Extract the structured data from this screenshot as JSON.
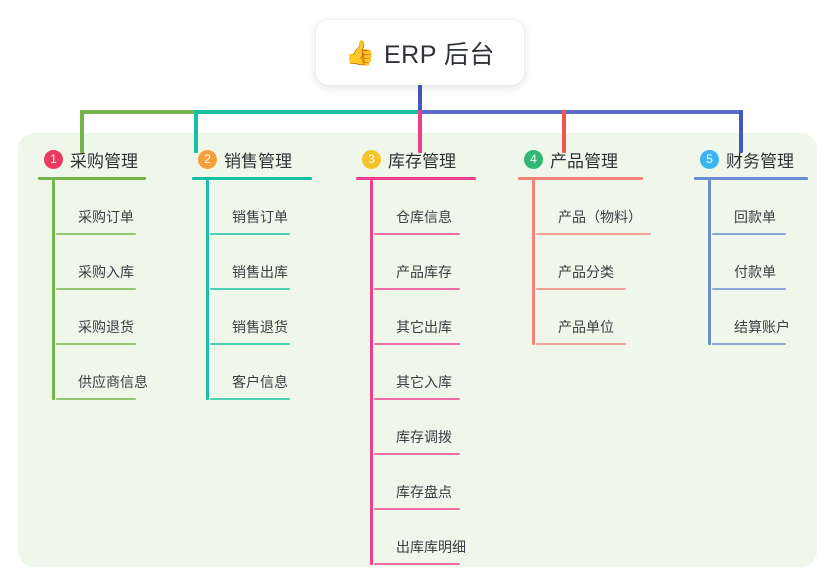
{
  "diagram": {
    "type": "mindmap-tree",
    "background_color": "#ffffff",
    "panel_color": "#eff7ea",
    "root": {
      "emoji": "👍",
      "emoji_name": "thumbs-up-icon",
      "title": "ERP 后台",
      "card_color": "#ffffff",
      "trunk_color": "#4357c0"
    },
    "connector": {
      "segments": [
        {
          "name": "bar-green",
          "color": "#74b44a"
        },
        {
          "name": "bar-teal",
          "color": "#15c0a4"
        },
        {
          "name": "bar-blue",
          "color": "#5b6bc9"
        }
      ],
      "drops": [
        {
          "name": "drop-1",
          "color": "#74b44a"
        },
        {
          "name": "drop-2",
          "color": "#15c0a4"
        },
        {
          "name": "drop-3",
          "color": "#ee3f8c"
        },
        {
          "name": "drop-4",
          "color": "#f2554f"
        },
        {
          "name": "drop-5",
          "color": "#4357c0"
        }
      ]
    },
    "columns": [
      {
        "index": "1",
        "badge_color": "#ec3a5e",
        "title": "采购管理",
        "accent": "#74b44a",
        "header_rule_width": 108,
        "item_rule_width": 80,
        "items": [
          {
            "label": "采购订单"
          },
          {
            "label": "采购入库"
          },
          {
            "label": "采购退货"
          },
          {
            "label": "供应商信息"
          }
        ]
      },
      {
        "index": "2",
        "badge_color": "#f5a03c",
        "title": "销售管理",
        "accent": "#15c0a4",
        "header_rule_width": 120,
        "item_rule_width": 80,
        "items": [
          {
            "label": "销售订单"
          },
          {
            "label": "销售出库"
          },
          {
            "label": "销售退货"
          },
          {
            "label": "客户信息"
          }
        ]
      },
      {
        "index": "3",
        "badge_color": "#f8c22b",
        "title": "库存管理",
        "accent": "#ee3f8c",
        "header_rule_width": 120,
        "item_rule_width": 86,
        "items": [
          {
            "label": "仓库信息"
          },
          {
            "label": "产品库存"
          },
          {
            "label": "其它出库"
          },
          {
            "label": "其它入库"
          },
          {
            "label": "库存调拨"
          },
          {
            "label": "库存盘点"
          },
          {
            "label": "出库库明细"
          }
        ]
      },
      {
        "index": "4",
        "badge_color": "#2eb872",
        "title": "产品管理",
        "accent": "#f2837c",
        "header_rule_width": 125,
        "item_rule_width": 90,
        "items": [
          {
            "label": "产品（物料）",
            "rule_width": 115
          },
          {
            "label": "产品分类"
          },
          {
            "label": "产品单位"
          }
        ]
      },
      {
        "index": "5",
        "badge_color": "#3ab4f2",
        "title": "财务管理",
        "accent": "#6d8bcf",
        "header_rule_width": 114,
        "item_rule_width": 74,
        "items": [
          {
            "label": "回款单"
          },
          {
            "label": "付款单"
          },
          {
            "label": "结算账户"
          }
        ]
      }
    ]
  }
}
